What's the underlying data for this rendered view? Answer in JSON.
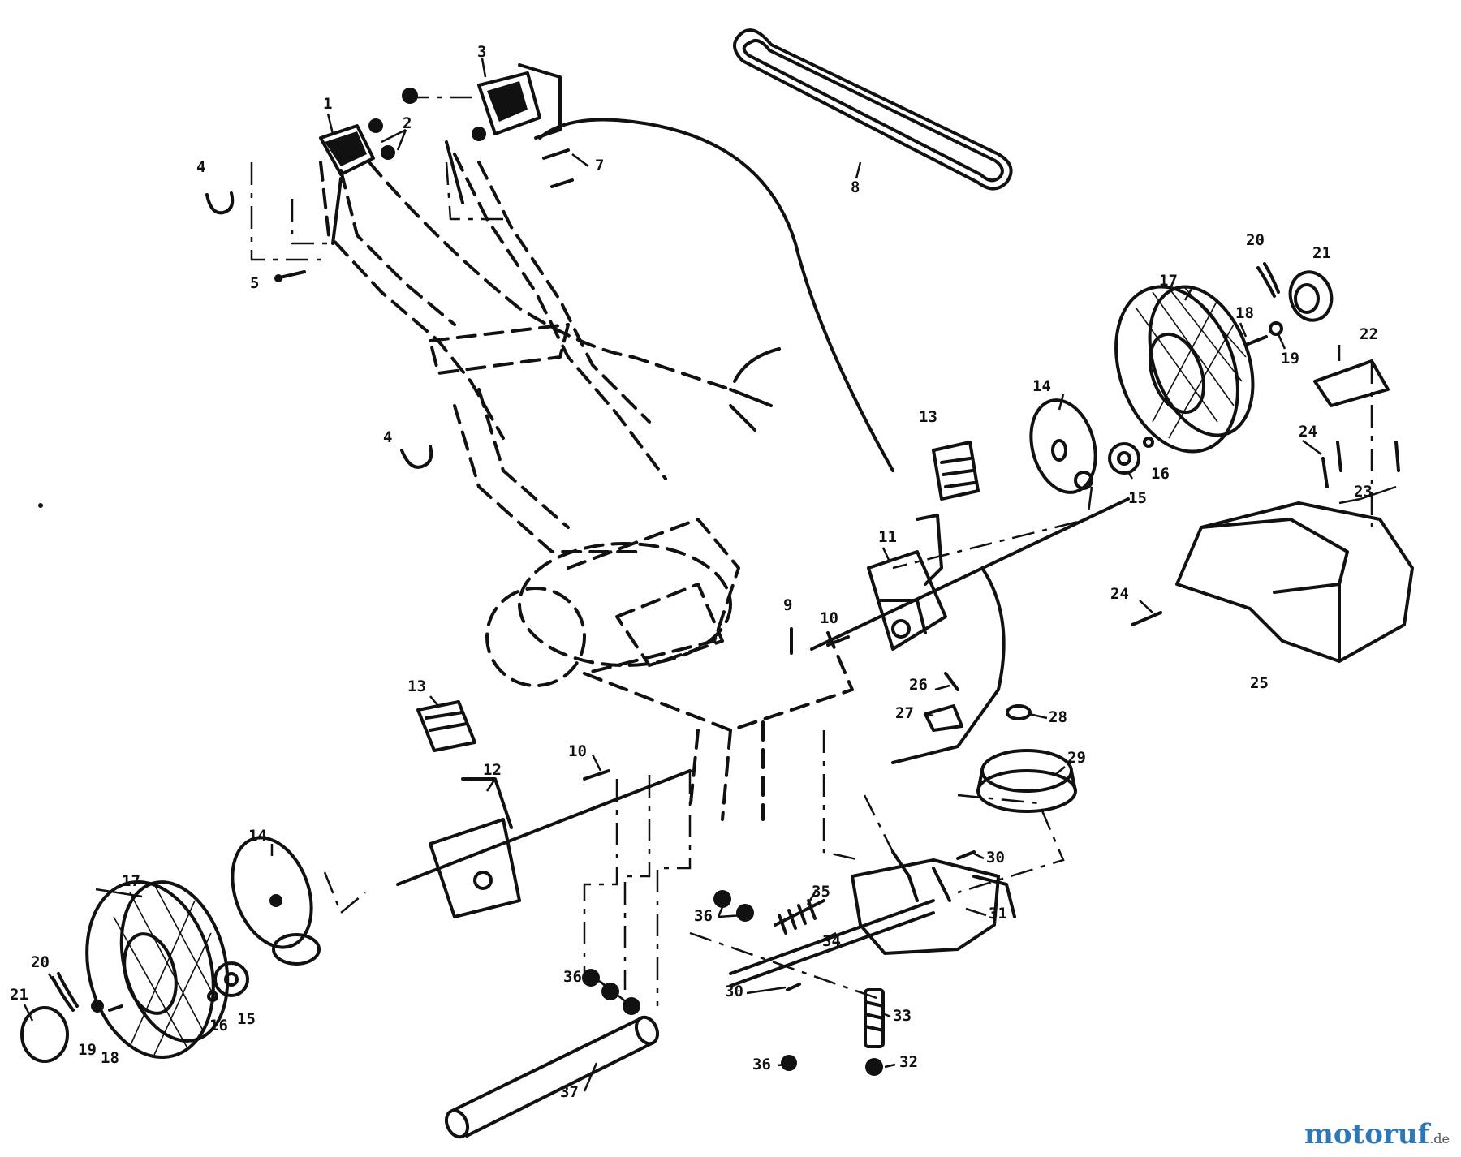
{
  "watermark": {
    "text": "motoruf",
    "suffix": ".de"
  },
  "callouts": {
    "n1": "1",
    "n2": "2",
    "n3": "3",
    "n4a": "4",
    "n4b": "4",
    "n5": "5",
    "n7": "7",
    "n8": "8",
    "n9": "9",
    "n10a": "10",
    "n10b": "10",
    "n11": "11",
    "n12": "12",
    "n13a": "13",
    "n13b": "13",
    "n14a": "14",
    "n14b": "14",
    "n15a": "15",
    "n15b": "15",
    "n16a": "16",
    "n16b": "16",
    "n17a": "17",
    "n17b": "17",
    "n18a": "18",
    "n18b": "18",
    "n19a": "19",
    "n19b": "19",
    "n20a": "20",
    "n20b": "20",
    "n21a": "21",
    "n21b": "21",
    "n22": "22",
    "n23": "23",
    "n24a": "24",
    "n24b": "24",
    "n25": "25",
    "n26": "26",
    "n27": "27",
    "n28": "28",
    "n29": "29",
    "n30a": "30",
    "n30b": "30",
    "n31": "31",
    "n32": "32",
    "n33": "33",
    "n34": "34",
    "n35": "35",
    "n36a": "36",
    "n36b": "36",
    "n36c": "36",
    "n37": "37"
  }
}
